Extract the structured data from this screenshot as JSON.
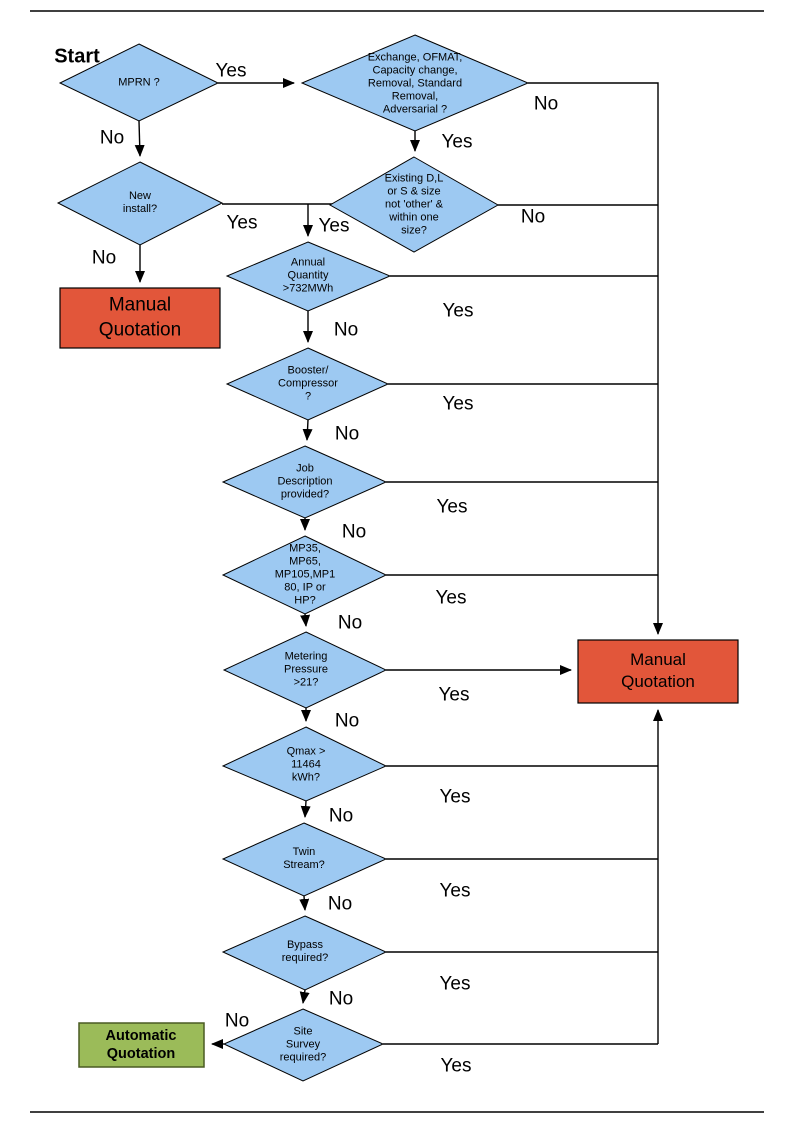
{
  "start_label": "Start",
  "colors": {
    "decision_fill": "#9DC9F2",
    "decision_border": "#000000",
    "manual_fill": "#E2563A",
    "auto_fill": "#9BBB59",
    "auto_border": "#4A5B23",
    "line": "#000000"
  },
  "nodes": {
    "mprn": {
      "label": "MPRN ?"
    },
    "exchange": {
      "label": "Exchange, OFMAT,\nCapacity change,\nRemoval, Standard\nRemoval,\nAdversarial ?"
    },
    "new_install": {
      "label": "New\ninstall?"
    },
    "existing": {
      "label": "Existing D,L\nor S & size\nnot 'other' &\nwithin one\nsize?"
    },
    "annual_quantity": {
      "label": "Annual\nQuantity\n>732MWh"
    },
    "booster": {
      "label": "Booster/\nCompressor\n?"
    },
    "job_description": {
      "label": "Job\nDescription\nprovided?"
    },
    "meter_types": {
      "label": "MP35,\nMP65,\nMP105,MP1\n80, IP or\nHP?"
    },
    "metering_pressure": {
      "label": "Metering\nPressure\n>21?"
    },
    "qmax": {
      "label": "Qmax >\n11464\nkWh?"
    },
    "twin_stream": {
      "label": "Twin\nStream?"
    },
    "bypass": {
      "label": "Bypass\nrequired?"
    },
    "site_survey": {
      "label": "Site\nSurvey\nrequired?"
    },
    "manual_quotation_left": {
      "label": "Manual\nQuotation"
    },
    "manual_quotation_right": {
      "label": "Manual\nQuotation"
    },
    "automatic_quotation": {
      "label": "Automatic\nQuotation"
    }
  },
  "edges": {
    "mprn_yes": "Yes",
    "mprn_no": "No",
    "exchange_yes": "Yes",
    "exchange_no": "No",
    "existing_yes": "Yes",
    "existing_no": "No",
    "new_install_yes": "Yes",
    "new_install_no": "No",
    "annual_yes": "Yes",
    "annual_no": "No",
    "booster_yes": "Yes",
    "booster_no": "No",
    "job_yes": "Yes",
    "job_no": "No",
    "mp_yes": "Yes",
    "mp_no": "No",
    "metering_yes": "Yes",
    "metering_no": "No",
    "qmax_yes": "Yes",
    "qmax_no": "No",
    "twin_yes": "Yes",
    "twin_no": "No",
    "bypass_yes": "Yes",
    "bypass_no": "No",
    "site_yes": "Yes",
    "site_no": "No"
  }
}
